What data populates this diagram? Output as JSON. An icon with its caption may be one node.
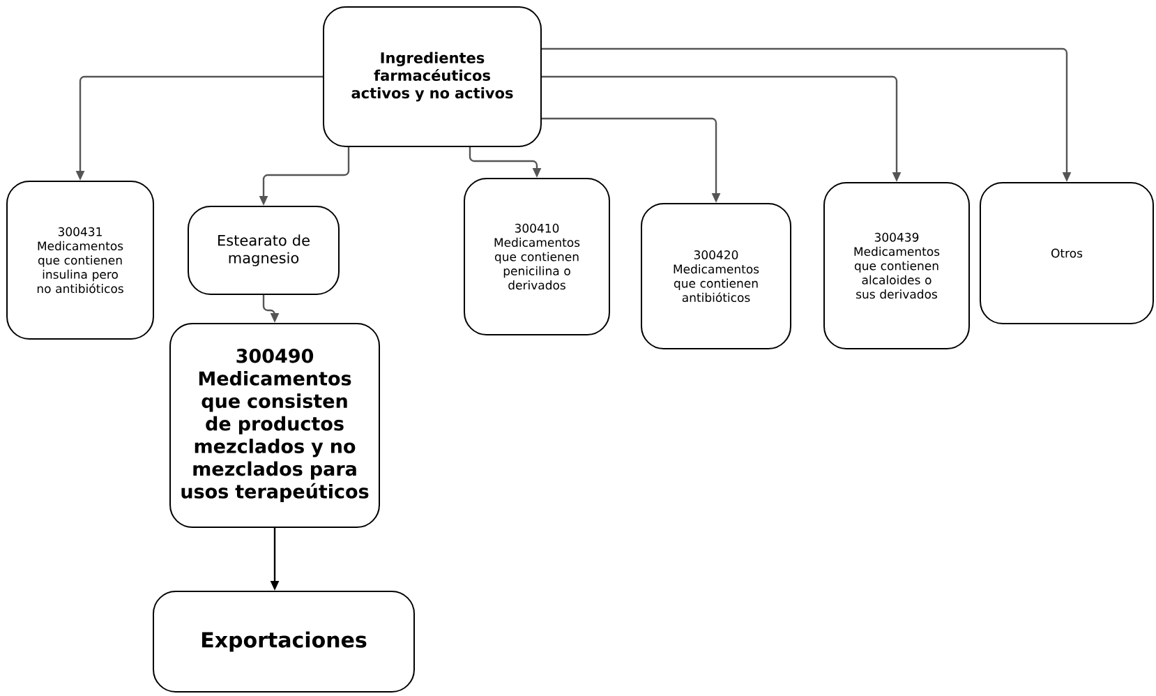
{
  "diagram": {
    "nodes": [
      {
        "text": [
          "Ingredientes farmacéuticos activos y no activos"
        ]
      },
      {
        "text": [
          "300431 Medicamentos que contienen insulina pero no antibióticos"
        ]
      },
      {
        "text": [
          "Estearato de magnesio"
        ]
      },
      {
        "text": [
          "300410 Medicamentos que contienen penicilina o derivados"
        ]
      },
      {
        "text": [
          "300420 Medicamentos que contienen antibióticos"
        ]
      },
      {
        "text": [
          "300439 Medicamentos que contienen alcaloides o sus derivados"
        ]
      },
      {
        "text": [
          "Otros"
        ]
      },
      {
        "text": [
          "300490 Medicamentos que consisten de productos mezclados y no mezclados para usos terapeúticos"
        ]
      },
      {
        "text": [
          "Exportaciones"
        ]
      }
    ],
    "edges": [
      {
        "from": 0,
        "to": 1,
        "arrow": "to"
      },
      {
        "from": 0,
        "to": 2,
        "arrow": "to"
      },
      {
        "from": 0,
        "to": 3,
        "arrow": "to"
      },
      {
        "from": 0,
        "to": 4,
        "arrow": "to"
      },
      {
        "from": 0,
        "to": 5,
        "arrow": "to"
      },
      {
        "from": 0,
        "to": 6,
        "arrow": "to"
      },
      {
        "from": 2,
        "to": 7,
        "arrow": "to"
      },
      {
        "from": 7,
        "to": 8,
        "arrow": "to",
        "color": "#000000"
      }
    ]
  }
}
